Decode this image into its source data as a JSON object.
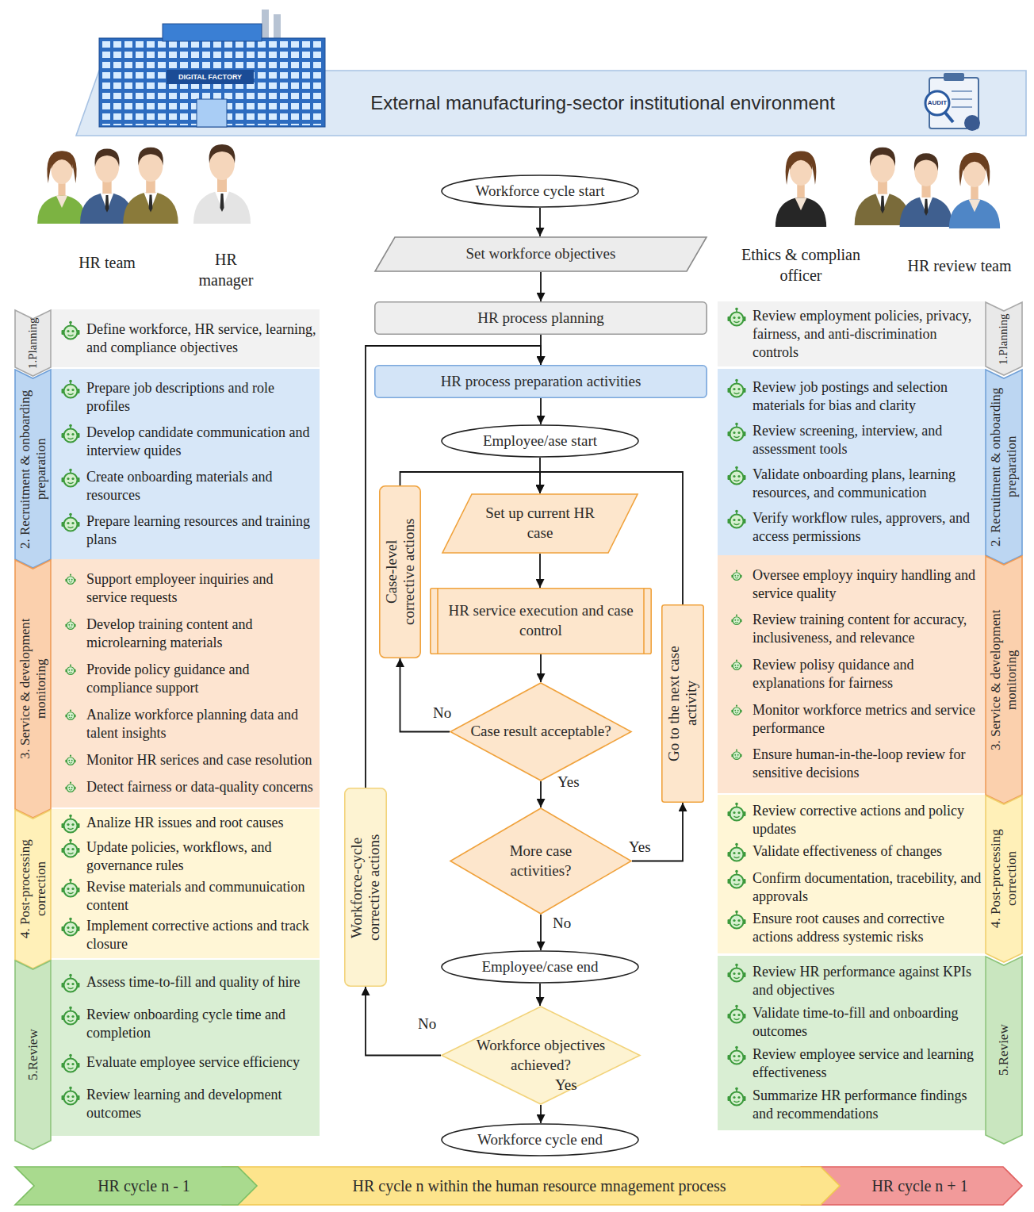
{
  "diagram": {
    "nodes": [
      {
        "text": [
          "External manufacturing-sector institutional environment"
        ]
      },
      {
        "text": [
          "1.Planning"
        ]
      },
      {
        "text": [
          "Define workforce, HR service, learning, and compliance objectives"
        ]
      },
      {
        "text": [
          "2. Recruitment & onboarding preparation"
        ]
      },
      {
        "text": [
          "Prepare job descriptions and role profiles",
          "Develop candidate communication and interview quides",
          "Create onboarding materials and resources",
          "Prepare learning resources and training plans"
        ]
      },
      {
        "text": [
          "3. Service & development monitoring"
        ]
      },
      {
        "text": [
          "Support employeer inquiries and service requests",
          "Develop training content and microlearning materials",
          "Provide policy guidance and compliance support",
          "Analize workforce planning data and talent insights",
          "Monitor HR serices and case resolution",
          "Detect fairness or data-quality concerns"
        ]
      },
      {
        "text": [
          "4. Post-processing correction"
        ]
      },
      {
        "text": [
          "Analize HR issues and root causes",
          "Update policies, workflows, and governance rules",
          "Revise materials and communuication content",
          "Implement corrective actions and track closure"
        ]
      },
      {
        "text": [
          "5.Review"
        ]
      },
      {
        "text": [
          "Assess time-to-fill and quality of hire",
          "Review onboarding cycle time and completion",
          "Evaluate employee service efficiency",
          "Review learning and development outcomes"
        ]
      },
      {
        "text": [
          "Workforce cycle start"
        ]
      },
      {
        "text": [
          "Set workforce objectives"
        ]
      },
      {
        "text": [
          "HR process planning"
        ]
      },
      {
        "text": [
          "HR process preparation activities"
        ]
      },
      {
        "text": [
          "Employee/ase start"
        ]
      },
      {
        "text": [
          "Set up current HR case"
        ]
      },
      {
        "text": [
          "HR service execution and case control"
        ]
      },
      {
        "text": [
          "Case result acceptable?"
        ]
      },
      {
        "text": [
          "More case activities?"
        ]
      },
      {
        "text": [
          "Employee/case end"
        ]
      },
      {
        "text": [
          "Workforce objectives achieved?"
        ]
      },
      {
        "text": [
          "Workforce cycle end"
        ]
      },
      {
        "text": [
          "Case-level corrective actions"
        ]
      },
      {
        "text": [
          "Go to the next case activity"
        ]
      },
      {
        "text": [
          "Workforce-cycle corrective actions"
        ]
      },
      {
        "text": [
          "1.Planning"
        ]
      },
      {
        "text": [
          "Review employment policies, privacy, fairness, and anti-discrimination controls"
        ]
      },
      {
        "text": [
          "2. Recruitment & onboarding preparation"
        ]
      },
      {
        "text": [
          "Review job postings and selection materials for bias and clarity",
          "Review screening, interview, and assessment tools",
          "Validate onboarding plans, learning resources, and communication",
          "Verify workflow rules, approvers, and access permissions"
        ]
      },
      {
        "text": [
          "3. Service & development monitoring"
        ]
      },
      {
        "text": [
          "Oversee employy inquiry handling and service quality",
          "Review training content for accuracy, inclusiveness, and relevance",
          "Review polisy quidance and explanations for fairness",
          "Monitor workforce metrics and service performance",
          "Ensure human-in-the-loop review for sensitive decisions"
        ]
      },
      {
        "text": [
          "4. Post-processing correction"
        ]
      },
      {
        "text": [
          "Review corrective actions and policy updates",
          "Validate effectiveness of changes",
          "Confirm documentation, tracebility, and approvals",
          "Ensure root causes and corrective actions address systemic risks"
        ]
      },
      {
        "text": [
          "5.Review"
        ]
      },
      {
        "text": [
          "Review HR performance against KPIs and objectives",
          "Validate time-to-fill and onboarding outcomes",
          "Review employee service and learning effectiveness",
          "Summarize HR performance findings and recommendations"
        ]
      },
      {
        "text": [
          "HR cycle n - 1"
        ]
      },
      {
        "text": [
          "HR cycle n within the human resource mnagement process"
        ]
      },
      {
        "text": [
          "HR cycle n + 1"
        ]
      }
    ],
    "edges": [
      {
        "from": 11,
        "to": 12,
        "arrow": "to"
      },
      {
        "from": 12,
        "to": 13,
        "arrow": "to"
      },
      {
        "from": 13,
        "to": 14,
        "arrow": "to"
      },
      {
        "from": 14,
        "to": 15,
        "arrow": "to"
      },
      {
        "from": 15,
        "to": 16,
        "arrow": "to"
      },
      {
        "from": 16,
        "to": 17,
        "arrow": "to"
      },
      {
        "from": 17,
        "to": 18,
        "arrow": "to"
      },
      {
        "from": 18,
        "to": 23,
        "label": "No",
        "arrow": "to"
      },
      {
        "from": 23,
        "to": 16,
        "arrow": "to"
      },
      {
        "from": 18,
        "to": 19,
        "label": "Yes",
        "arrow": "to"
      },
      {
        "from": 19,
        "to": 24,
        "label": "Yes",
        "arrow": "to"
      },
      {
        "from": 24,
        "to": 16,
        "arrow": "to"
      },
      {
        "from": 19,
        "to": 20,
        "label": "No",
        "arrow": "to"
      },
      {
        "from": 20,
        "to": 21,
        "arrow": "to"
      },
      {
        "from": 21,
        "to": 25,
        "label": "No",
        "arrow": "to"
      },
      {
        "from": 25,
        "to": 14,
        "arrow": "to"
      },
      {
        "from": 21,
        "to": 22,
        "label": "Yes",
        "arrow": "to"
      }
    ],
    "labels": [
      "DIGITAL FACTORY",
      "AUDIT",
      "HR team",
      "HR manager",
      "Ethics & complian officer",
      "HR review team"
    ]
  }
}
